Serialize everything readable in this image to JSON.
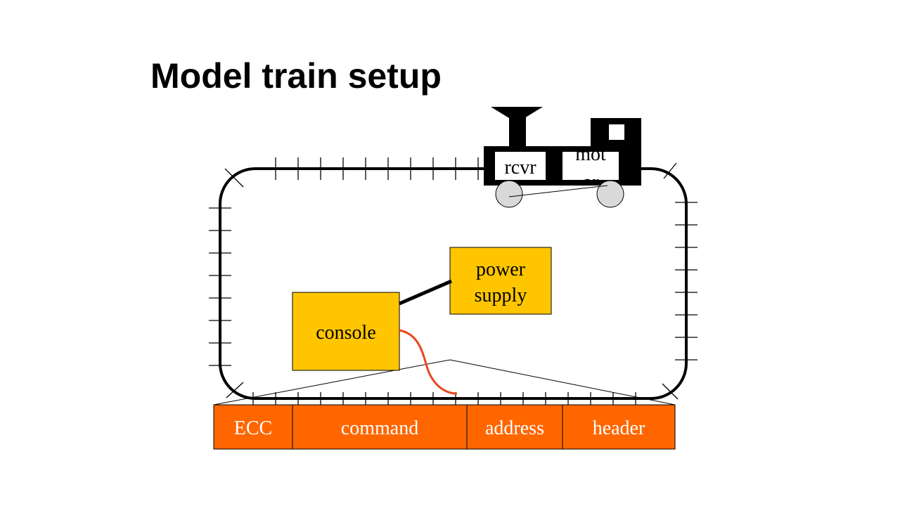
{
  "slide": {
    "title": "Model train setup"
  },
  "train": {
    "receiver_label": "rcvr",
    "motor_label_line1": "mot",
    "motor_label_line2": "or"
  },
  "power_supply": {
    "line1": "power",
    "line2": "supply"
  },
  "console": {
    "label": "console"
  },
  "packet": {
    "fields": [
      "ECC",
      "command",
      "address",
      "header"
    ]
  },
  "colors": {
    "track": "#000000",
    "box_fill": "#FFC600",
    "packet_fill": "#FF6600",
    "cable": "#E8461C",
    "wheel": "#D9D9D9"
  }
}
